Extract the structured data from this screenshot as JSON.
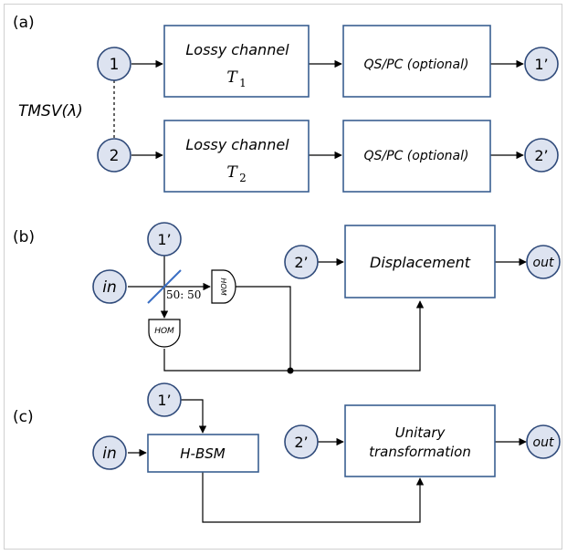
{
  "panels": {
    "a": {
      "label": "(a)",
      "source_label": "TMSV(λ)",
      "input_node_1": "1",
      "input_node_2": "2",
      "channel_1_title": "Lossy channel",
      "channel_1_param": "T",
      "channel_1_sub": "1",
      "channel_2_title": "Lossy channel",
      "channel_2_param": "T",
      "channel_2_sub": "2",
      "qs_1": "QS/PC (optional)",
      "qs_2": "QS/PC (optional)",
      "output_node_1": "1’",
      "output_node_2": "2’"
    },
    "b": {
      "label": "(b)",
      "node_1prime": "1’",
      "node_in": "in",
      "beamsplitter_label": "50: 50",
      "hom_right": "HOM",
      "hom_bottom": "HOM",
      "node_2prime": "2’",
      "displacement": "Displacement",
      "node_out": "out"
    },
    "c": {
      "label": "(c)",
      "node_1prime": "1’",
      "node_in": "in",
      "hbsm": "H-BSM",
      "node_2prime": "2’",
      "unitary_line1": "Unitary",
      "unitary_line2": "transformation",
      "node_out": "out"
    }
  },
  "colors": {
    "box_border": "#3a5f91",
    "node_fill": "#dde3f0",
    "node_border": "#2f4a7a",
    "beamsplitter": "#3b6fc4"
  }
}
